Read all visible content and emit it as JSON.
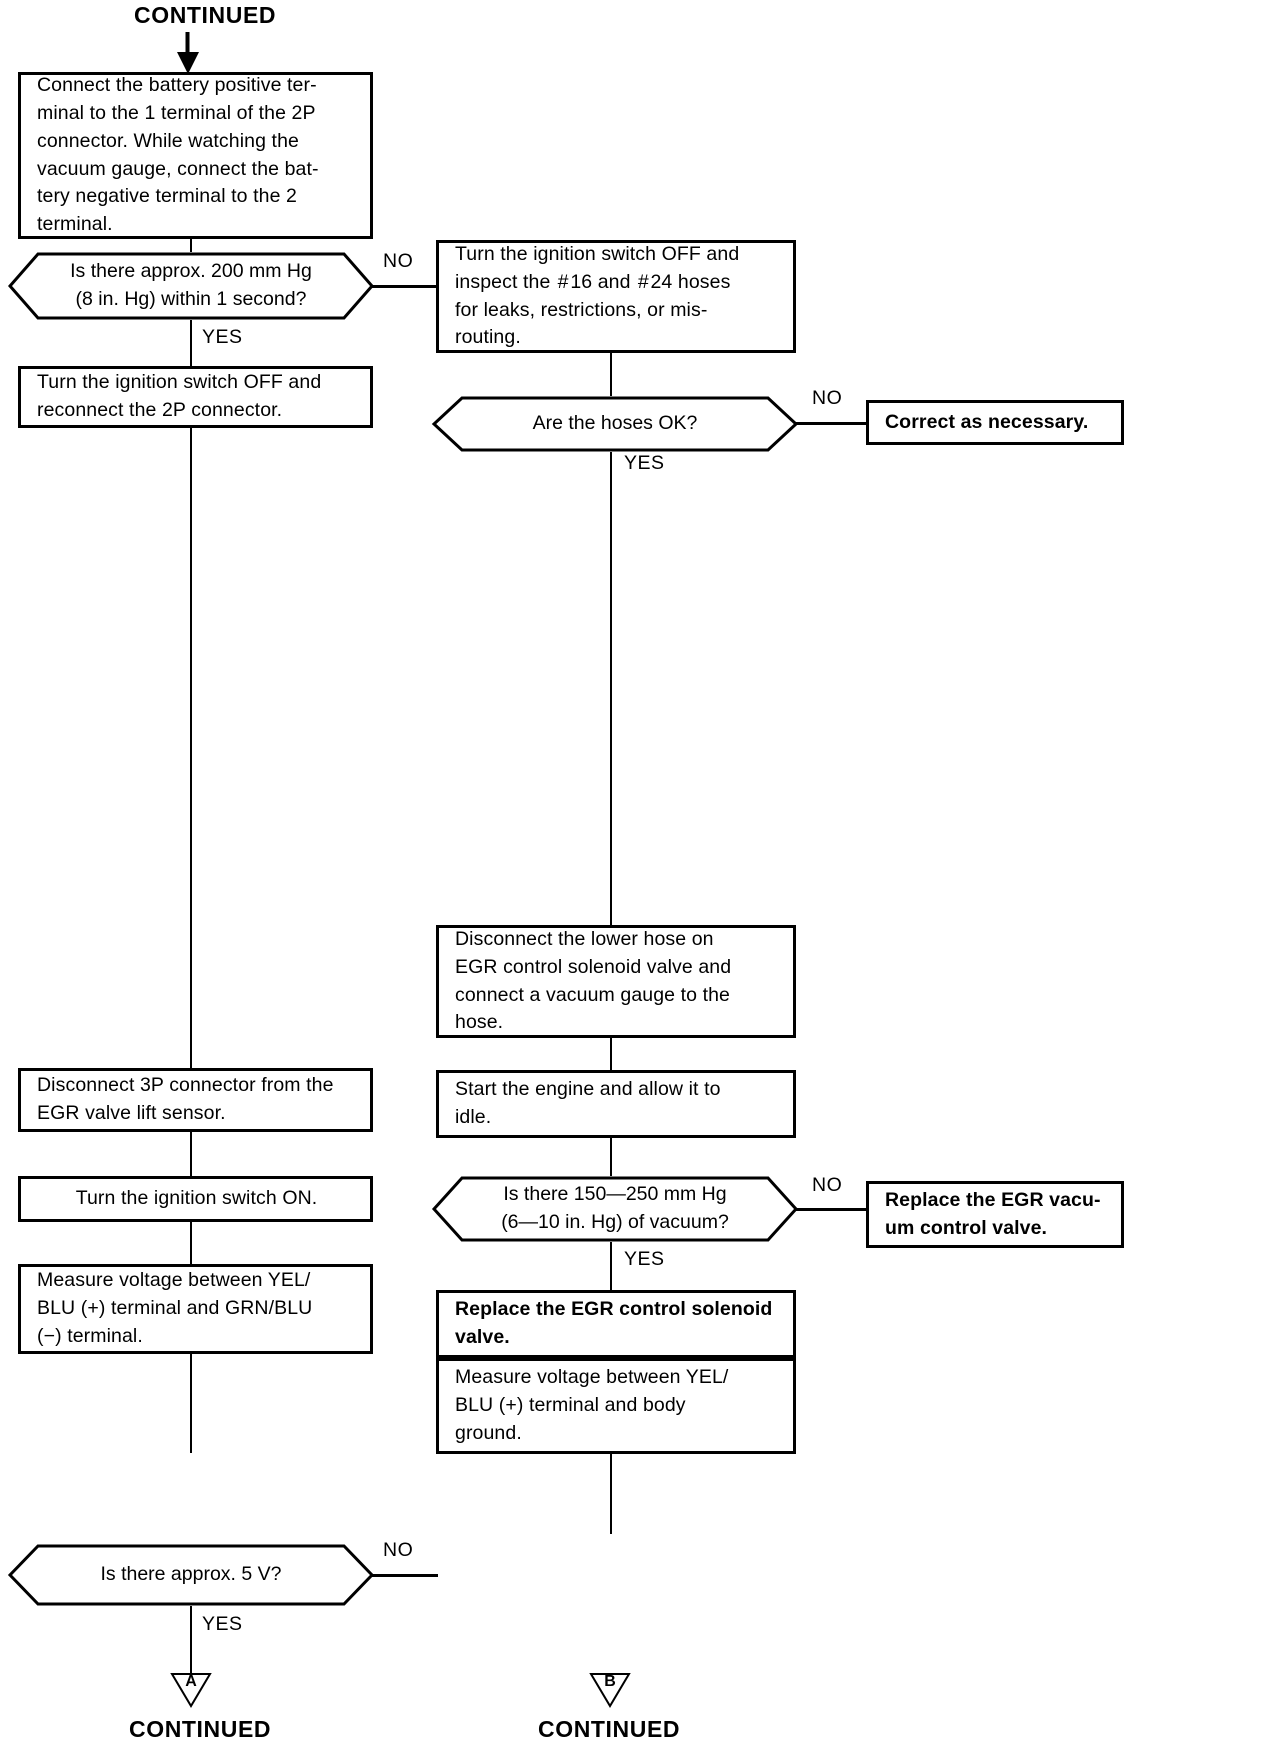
{
  "diagram": {
    "title_top": "CONTINUED",
    "type": "troubleshooting-flowchart",
    "branch_labels": {
      "yes": "YES",
      "no": "NO"
    },
    "page_refs": {
      "a": "A",
      "b": "B"
    }
  },
  "nodes": {
    "top_continued": "CONTINUED",
    "step_connect_battery": "Connect the battery positive ter-\nminal to the 1 terminal of the 2P\nconnector. While watching the\nvacuum gauge, connect the bat-\ntery negative terminal to the 2\nterminal.",
    "decision_200mmhg": "Is there approx. 200 mm Hg\n(8 in. Hg) within 1 second?",
    "step_ign_off_reconnect": "Turn the ignition switch OFF and\nreconnect the 2P connector.",
    "step_inspect_hoses": "Turn the ignition switch OFF and\ninspect the  # 16 and  # 24 hoses\nfor leaks, restrictions, or mis-\nrouting.",
    "decision_hoses_ok": "Are the hoses OK?",
    "action_correct": "Correct as necessary.",
    "step_disconnect_lower_hose": "Disconnect the lower hose on\nEGR control solenoid valve and\nconnect a vacuum gauge to the\nhose.",
    "step_start_engine": "Start the engine and allow it to\nidle.",
    "decision_150_250": "Is there 150—250 mm Hg\n(6—10 in. Hg) of vacuum?",
    "action_replace_vacuum_valve": "Replace the EGR vacu-\num control valve.",
    "action_replace_solenoid": "Replace the EGR control solenoid\nvalve.",
    "step_disconnect_3p": "Disconnect 3P connector from the\nEGR valve lift sensor.",
    "step_ign_on": "Turn the ignition switch ON.",
    "step_measure_yelblu_grnblu": "Measure voltage between YEL/\nBLU (+) terminal and GRN/BLU\n(−) terminal.",
    "decision_5v": "Is there approx. 5 V?",
    "step_measure_yelblu_ground": "Measure voltage between YEL/\nBLU (+) terminal and body\nground.",
    "bottom_continued_left": "CONTINUED",
    "bottom_continued_right": "CONTINUED"
  },
  "edge_labels": {
    "e1_no": "NO",
    "e1_yes": "YES",
    "e2_no": "NO",
    "e2_yes": "YES",
    "e3_no": "NO",
    "e3_yes": "YES",
    "e4_no": "NO",
    "e4_yes": "YES"
  },
  "colors": {
    "ink": "#000000",
    "paper": "#ffffff"
  }
}
